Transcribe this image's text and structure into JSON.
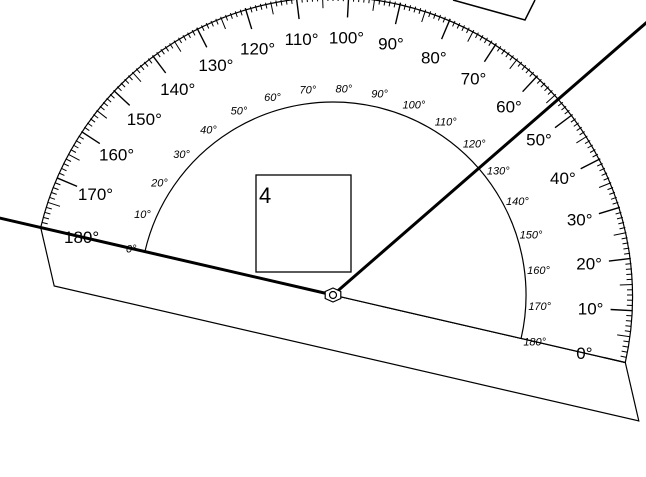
{
  "box_label": "4",
  "outer_scale": {
    "labels": [
      "0°",
      "10°",
      "20°",
      "30°",
      "40°",
      "50°",
      "60°",
      "70°",
      "80°",
      "90°",
      "100°",
      "110°",
      "120°",
      "130°",
      "140°",
      "150°",
      "160°",
      "170°",
      "180°"
    ],
    "values": [
      0,
      10,
      20,
      30,
      40,
      50,
      60,
      70,
      80,
      90,
      100,
      110,
      120,
      130,
      140,
      150,
      160,
      170,
      180
    ]
  },
  "inner_scale": {
    "labels": [
      "0°",
      "10°",
      "20°",
      "30°",
      "40°",
      "50°",
      "60°",
      "70°",
      "80°",
      "90°",
      "100°",
      "110°",
      "120°",
      "130°",
      "140°",
      "150°",
      "160°",
      "170°",
      "180°"
    ],
    "values": [
      0,
      10,
      20,
      30,
      40,
      50,
      60,
      70,
      80,
      90,
      100,
      110,
      120,
      130,
      140,
      150,
      160,
      170,
      180
    ]
  },
  "rays_deg": [
    -13,
    41
  ],
  "protractor_rotation_deg": -13,
  "colors": {
    "ink": "#000000",
    "paper": "#ffffff"
  }
}
